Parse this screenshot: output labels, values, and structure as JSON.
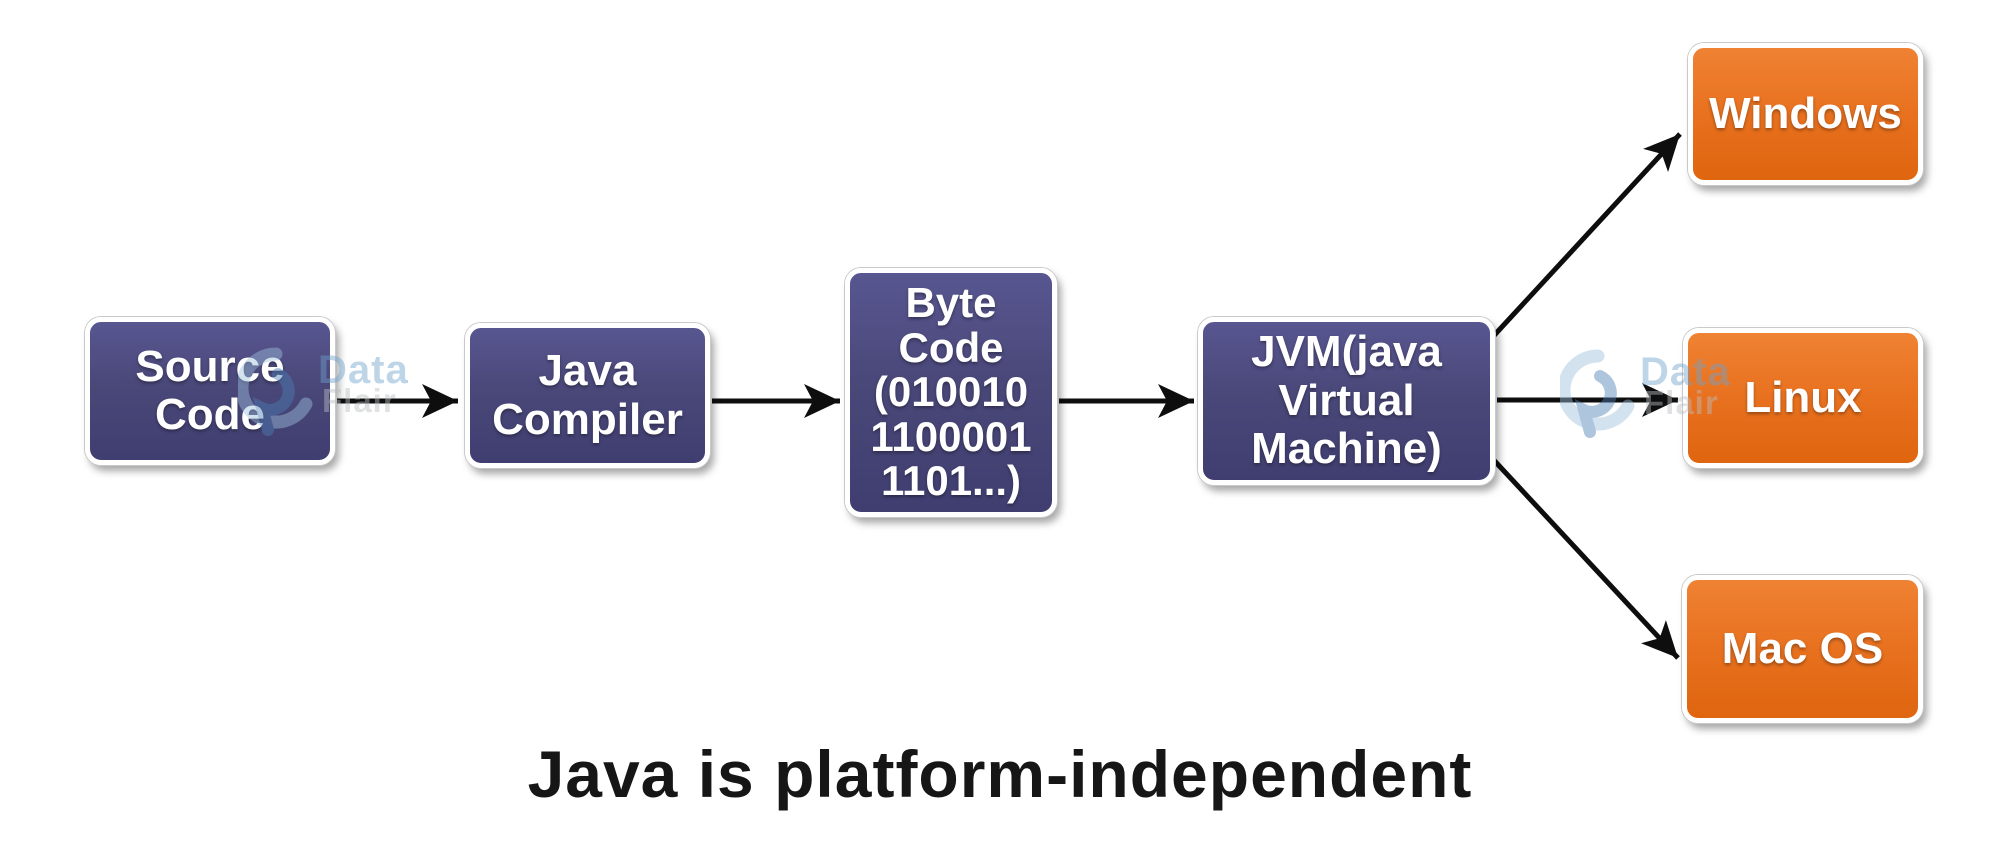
{
  "diagram": {
    "caption": "Java is platform-independent",
    "nodes": {
      "source_code": "Source\nCode",
      "java_compiler": "Java\nCompiler",
      "byte_code": "Byte\nCode\n(010010\n1100001\n1101...)",
      "jvm": "JVM(java\nVirtual\nMachine)",
      "windows": "Windows",
      "linux": "Linux",
      "mac_os": "Mac OS"
    },
    "flow": [
      "Source Code",
      "Java Compiler",
      "Byte Code (010010 1100001 1101...)",
      "JVM(java Virtual Machine)",
      "Windows | Linux | Mac OS"
    ],
    "colors": {
      "process_node": "#4a4879",
      "platform_node": "#e8711f",
      "arrow": "#0e0e0e",
      "caption_text": "#161616",
      "node_text": "#ffffff",
      "watermark_blue": "#6ea3cc",
      "watermark_gray": "#b9bec2"
    }
  },
  "watermark": {
    "line1": "Data",
    "line2": "Flair"
  }
}
